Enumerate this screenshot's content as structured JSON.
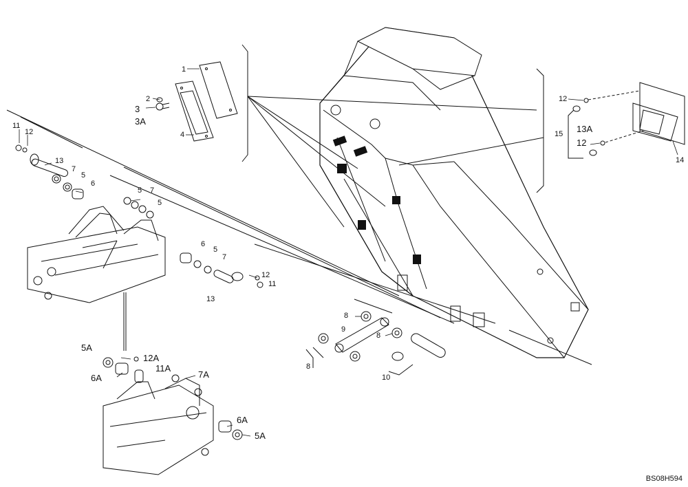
{
  "figure_code": "BS08H594",
  "callouts": {
    "c1": "1",
    "c2": "2",
    "c3": "3",
    "c3A": "3A",
    "c4": "4",
    "c11a": "11",
    "c12a": "12",
    "c13a": "13",
    "c7a": "7",
    "c5a": "5",
    "c6a": "6",
    "c5b": "5",
    "c7b": "7",
    "c5c": "5",
    "c6b": "6",
    "c5d": "5",
    "c7c": "7",
    "c12b": "12",
    "c11b": "11",
    "c13b": "13",
    "c8a": "8",
    "c9": "9",
    "c8b": "8",
    "c8c": "8",
    "c10": "10",
    "c5A_a": "5A",
    "c12A": "12A",
    "c11A": "11A",
    "c7A": "7A",
    "c6A_a": "6A",
    "c6A_b": "6A",
    "c5A_b": "5A",
    "c12c": "12",
    "c15": "15",
    "c13A": "13A",
    "c12d": "12",
    "c14": "14"
  }
}
